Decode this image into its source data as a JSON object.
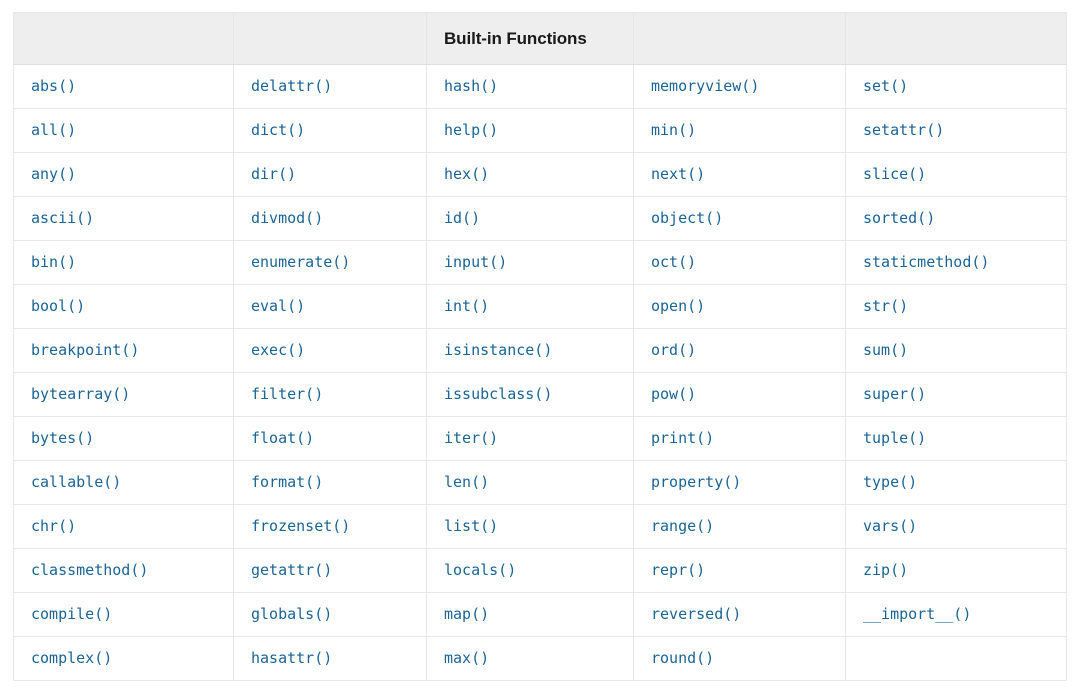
{
  "table": {
    "caption_header": "Built-in Functions",
    "header_cells": [
      "",
      "",
      "Built-in Functions",
      "",
      ""
    ],
    "header_title_column_index": 2,
    "columns": 5,
    "rows": [
      [
        "abs()",
        "delattr()",
        "hash()",
        "memoryview()",
        "set()"
      ],
      [
        "all()",
        "dict()",
        "help()",
        "min()",
        "setattr()"
      ],
      [
        "any()",
        "dir()",
        "hex()",
        "next()",
        "slice()"
      ],
      [
        "ascii()",
        "divmod()",
        "id()",
        "object()",
        "sorted()"
      ],
      [
        "bin()",
        "enumerate()",
        "input()",
        "oct()",
        "staticmethod()"
      ],
      [
        "bool()",
        "eval()",
        "int()",
        "open()",
        "str()"
      ],
      [
        "breakpoint()",
        "exec()",
        "isinstance()",
        "ord()",
        "sum()"
      ],
      [
        "bytearray()",
        "filter()",
        "issubclass()",
        "pow()",
        "super()"
      ],
      [
        "bytes()",
        "float()",
        "iter()",
        "print()",
        "tuple()"
      ],
      [
        "callable()",
        "format()",
        "len()",
        "property()",
        "type()"
      ],
      [
        "chr()",
        "frozenset()",
        "list()",
        "range()",
        "vars()"
      ],
      [
        "classmethod()",
        "getattr()",
        "locals()",
        "repr()",
        "zip()"
      ],
      [
        "compile()",
        "globals()",
        "map()",
        "reversed()",
        "__import__()"
      ],
      [
        "complex()",
        "hasattr()",
        "max()",
        "round()",
        ""
      ]
    ]
  },
  "colors": {
    "link": "#1a6496",
    "header_text": "#1a1a1a",
    "header_background": "#eeeeee",
    "cell_background": "#ffffff",
    "border": "#e7e7e7",
    "page_background": "#ffffff"
  }
}
